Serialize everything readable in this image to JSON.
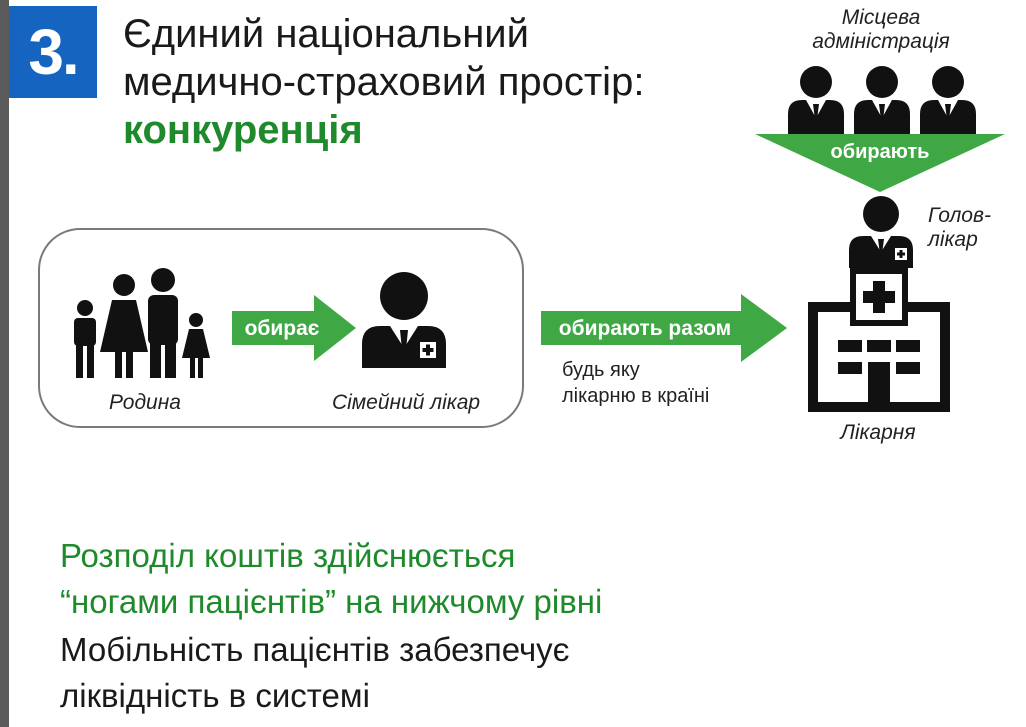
{
  "slide": {
    "number": "3.",
    "title_line1": "Єдиний національний",
    "title_line2": "медично-страховий простір:",
    "title_line3": "конкуренція"
  },
  "diagram": {
    "admin_label_line1": "Місцева",
    "admin_label_line2": "адміністрація",
    "admin_arrow_label": "обирають",
    "head_doctor_label_line1": "Голов-",
    "head_doctor_label_line2": "лікар",
    "family_label": "Родина",
    "family_arrow_label": "обирає",
    "family_doctor_label": "Сімейний лікар",
    "together_arrow_label": "обирають разом",
    "any_hospital_line1": "будь яку",
    "any_hospital_line2": "лікарню в країні",
    "hospital_label": "Лікарня"
  },
  "footer": {
    "green_line1": "Розподіл коштів здійснюється",
    "green_line2": "“ногами пацієнтів” на нижчому рівні",
    "black_line1": "Мобільність пацієнтів забезпечує",
    "black_line2": "ліквідність в системі"
  },
  "colors": {
    "accent_blue": "#1565c0",
    "accent_green": "#1f8a2b",
    "arrow_green": "#3fa845",
    "icon_black": "#111111"
  },
  "icons": [
    "family-icon",
    "doctor-icon",
    "official-icon",
    "hospital-icon"
  ]
}
